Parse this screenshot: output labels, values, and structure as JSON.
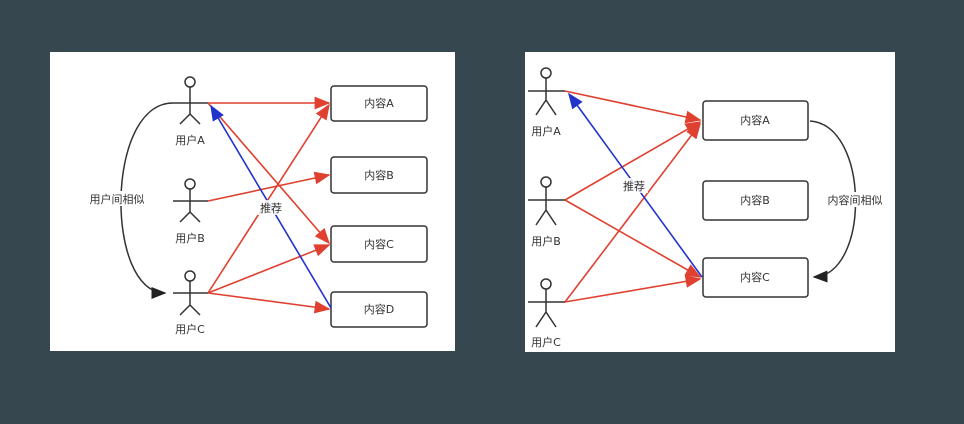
{
  "user_cf": {
    "users": [
      "用户A",
      "用户B",
      "用户C"
    ],
    "items": [
      "内容A",
      "内容B",
      "内容C",
      "内容D"
    ],
    "similarity_label": "用户间相似",
    "recommend_label": "推荐"
  },
  "item_cf": {
    "users": [
      "用户A",
      "用户B",
      "用户C"
    ],
    "items": [
      "内容A",
      "内容B",
      "内容C"
    ],
    "similarity_label": "内容间相似",
    "recommend_label": "推荐"
  },
  "colors": {
    "background": "#37474f",
    "interaction": "#e0402f",
    "recommendation": "#2233cc"
  }
}
